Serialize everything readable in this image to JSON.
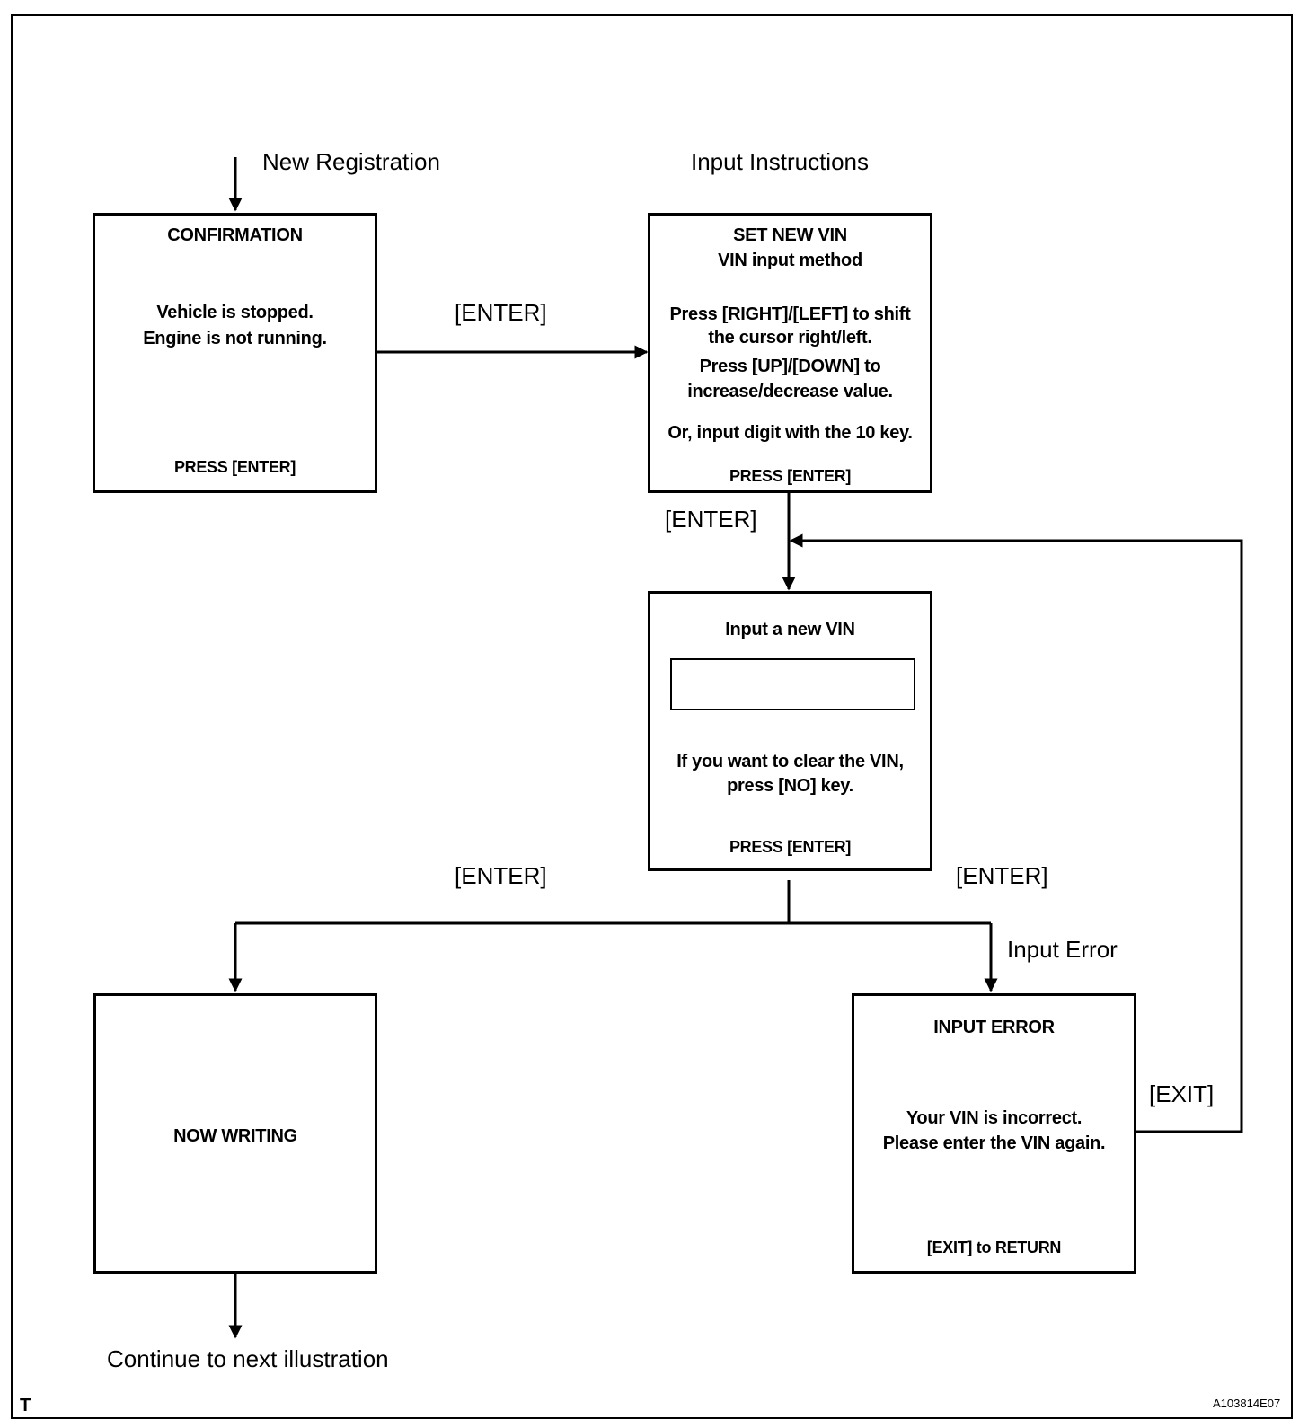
{
  "labels": {
    "new_registration": "New Registration",
    "input_instructions": "Input Instructions",
    "enter_1": "[ENTER]",
    "enter_2": "[ENTER]",
    "enter_3": "[ENTER]",
    "enter_4": "[ENTER]",
    "input_error": "Input Error",
    "exit": "[EXIT]",
    "continue": "Continue to next illustration",
    "corner_mark": "T",
    "figure_id": "A103814E07"
  },
  "confirmation": {
    "title": "CONFIRMATION",
    "line1": "Vehicle is stopped.",
    "line2": "Engine is not running.",
    "footer": "PRESS [ENTER]"
  },
  "set_new_vin": {
    "title": "SET NEW VIN",
    "subtitle": "VIN input method",
    "line1": "Press [RIGHT]/[LEFT] to shift",
    "line2": "the cursor right/left.",
    "line3": "Press [UP]/[DOWN]  to",
    "line4": "increase/decrease value.",
    "line5": "Or, input digit with the 10 key.",
    "footer": "PRESS [ENTER]"
  },
  "input_vin": {
    "title": "Input a new VIN",
    "line1": "If you want to clear the VIN,",
    "line2": "press [NO] key.",
    "footer": "PRESS [ENTER]"
  },
  "now_writing": {
    "title": "NOW WRITING"
  },
  "input_error_box": {
    "title": "INPUT  ERROR",
    "line1": "Your VIN is incorrect.",
    "line2": "Please enter the VIN again.",
    "footer": "[EXIT] to RETURN"
  }
}
